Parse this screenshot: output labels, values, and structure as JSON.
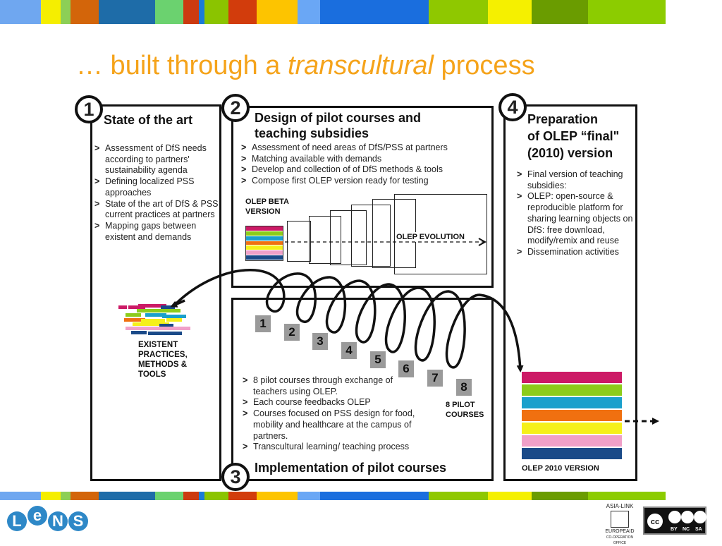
{
  "stripe_colors": [
    "#6fa7f0",
    "#f5ee00",
    "#8ccf56",
    "#d3650a",
    "#1e6ca8",
    "#6bd26f",
    "#cc3a10",
    "#1a7bd8",
    "#8bc400",
    "#d23c0c",
    "#fdc400",
    "#6aa7f5",
    "#1a6ede",
    "#1a6ede",
    "#8fc800",
    "#f5f000",
    "#6a9c00",
    "#8ccc00"
  ],
  "stripe_widths": [
    58,
    28,
    14,
    40,
    80,
    40,
    22,
    8,
    34,
    40,
    58,
    32,
    122,
    32,
    84,
    62,
    80,
    110
  ],
  "title": {
    "prefix": "… built through a ",
    "italic": "transcultural",
    "suffix": " process",
    "color": "#f5a31a"
  },
  "panel1": {
    "number": "1",
    "heading": "State of the art",
    "bullets": [
      "Assessment of DfS needs according to partners' sustainability agenda",
      "Defining localized PSS approaches",
      "State of the art of DfS & PSS current practices at partners",
      "Mapping gaps between existent and demands"
    ]
  },
  "panel2": {
    "number": "2",
    "heading_line1": "Design of pilot courses and",
    "heading_line2": "teaching subsidies",
    "bullets": [
      "Assessment of need areas of DfS/PSS at partners",
      "Matching available with demands",
      "Develop and collection of of DfS methods & tools",
      "Compose first OLEP version ready for testing"
    ],
    "beta_line1": "OLEP BETA",
    "beta_line2": "VERSION",
    "evolution": "OLEP EVOLUTION"
  },
  "panel3": {
    "number": "3",
    "heading": "Implementation of pilot courses",
    "steps": [
      "1",
      "2",
      "3",
      "4",
      "5",
      "6",
      "7",
      "8"
    ],
    "pilot_line1": "8 PILOT",
    "pilot_line2": "COURSES",
    "bullets": [
      "8 pilot courses through exchange of teachers using OLEP.",
      "Each course feedbacks OLEP",
      "Courses focused on PSS design for food, mobility and healthcare at the campus of partners.",
      "Transcultural learning/ teaching process"
    ]
  },
  "panel4": {
    "number": "4",
    "heading_line1": "Preparation",
    "heading_line2": "of OLEP “final\"",
    "heading_line3": "(2010) version",
    "bullets": [
      "Final version of teaching subsidies:",
      "OLEP: open-source & reproducible platform for sharing learning objects on DfS: free download, modify/remix and reuse",
      "Dissemination activities"
    ],
    "final_label": "OLEP 2010  VERSION"
  },
  "existent": {
    "line1": "EXISTENT",
    "line2": "PRACTICES,",
    "line3": "METHODS &",
    "line4": "TOOLS"
  },
  "olep_colors": [
    "#cc1a66",
    "#8ccc1a",
    "#1aa0cc",
    "#f07010",
    "#f5f01a",
    "#f0a0c8",
    "#1a4a88"
  ],
  "footer": {
    "logo_letters": [
      "L",
      "e",
      "N",
      "S"
    ],
    "asia_link_top": "ASIA-LINK",
    "asia_link_line1": "EUROPEAID",
    "asia_link_line2": "CO-OPERATION OFFICE",
    "cc_tags": [
      "BY",
      "NC",
      "SA"
    ],
    "cc_mark": "cc"
  }
}
